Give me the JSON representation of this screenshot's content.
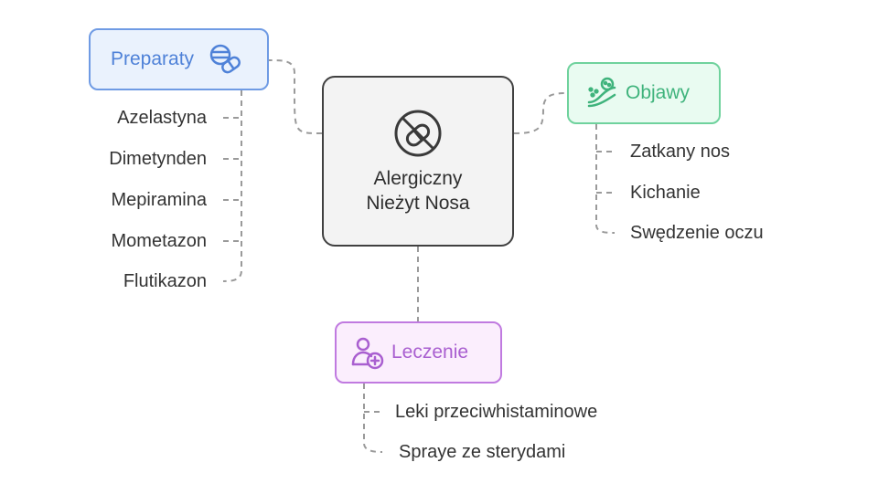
{
  "center": {
    "title": "Alergiczny\nNieżyt Nosa",
    "icon": "no-allergen-icon"
  },
  "branches": {
    "preparaty": {
      "label": "Preparaty",
      "icon": "pills-icon",
      "items": [
        "Azelastyna",
        "Dimetynden",
        "Mepiramina",
        "Mometazon",
        "Flutikazon"
      ]
    },
    "objawy": {
      "label": "Objawy",
      "icon": "sneeze-icon",
      "items": [
        "Zatkany nos",
        "Kichanie",
        "Swędzenie oczu"
      ]
    },
    "leczenie": {
      "label": "Leczenie",
      "icon": "doctor-icon",
      "items": [
        "Leki przeciwhistaminowe",
        "Spraye ze sterydami"
      ]
    }
  },
  "colors": {
    "preparaty": "#6f9be4",
    "objawy": "#6fd29d",
    "leczenie": "#c07ae0",
    "center": "#404040"
  }
}
